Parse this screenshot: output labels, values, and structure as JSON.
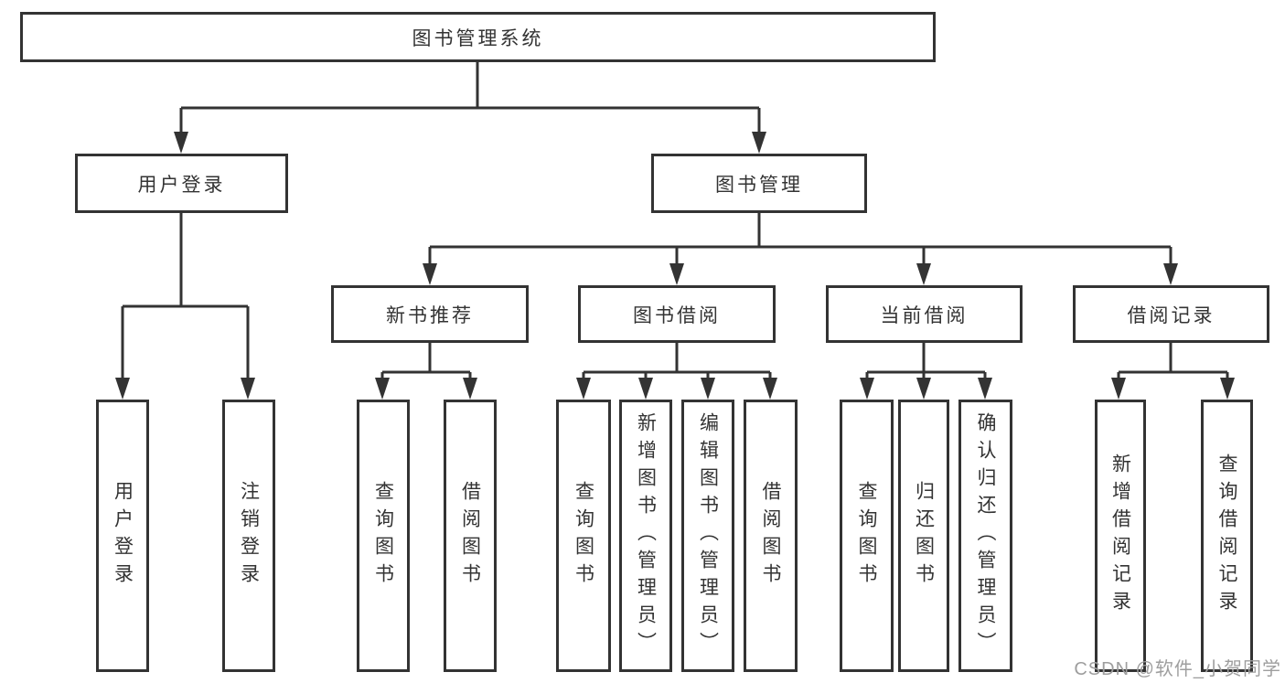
{
  "colors": {
    "background": "#ffffff",
    "line": "#333333",
    "node_border": "#333333",
    "node_fill": "#ffffff",
    "text": "#333333",
    "watermark": "#9e9e9e"
  },
  "diagram": {
    "title": "图书管理系统",
    "root": {
      "label": "图书管理系统",
      "children": [
        {
          "label": "用户登录",
          "children": [
            {
              "label": "用户登录"
            },
            {
              "label": "注销登录"
            }
          ]
        },
        {
          "label": "图书管理",
          "children": [
            {
              "label": "新书推荐",
              "children": [
                {
                  "label": "查询图书"
                },
                {
                  "label": "借阅图书"
                }
              ]
            },
            {
              "label": "图书借阅",
              "children": [
                {
                  "label": "查询图书"
                },
                {
                  "label": "新增图书（管理员）"
                },
                {
                  "label": "编辑图书（管理员）"
                },
                {
                  "label": "借阅图书"
                }
              ]
            },
            {
              "label": "当前借阅",
              "children": [
                {
                  "label": "查询图书"
                },
                {
                  "label": "归还图书"
                },
                {
                  "label": "确认归还（管理员）"
                }
              ]
            },
            {
              "label": "借阅记录",
              "children": [
                {
                  "label": "新增借阅记录"
                },
                {
                  "label": "查询借阅记录"
                }
              ]
            }
          ]
        }
      ]
    }
  },
  "watermark": {
    "text": "CSDN @软件_小贺同学"
  }
}
